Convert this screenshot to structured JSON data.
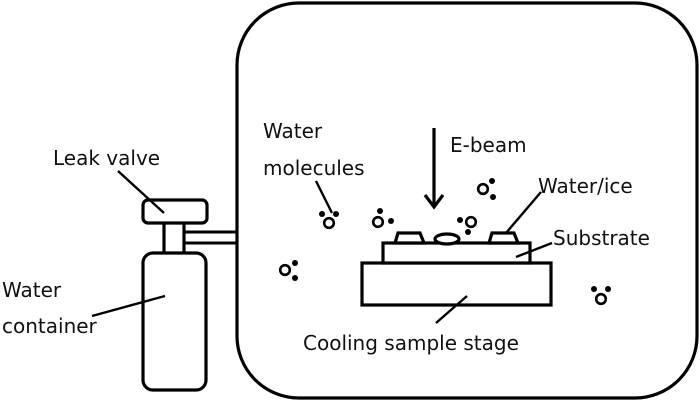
{
  "diagram": {
    "title": "Water leak valve setup for electron-beam irradiation of water/ice on a cooled substrate",
    "colors": {
      "line": "#000000",
      "text": "#111111",
      "background": "#ffffff"
    },
    "labels": {
      "leak_valve": "Leak valve",
      "water_container_line1": "Water",
      "water_container_line2": "container",
      "water_molecules_line1": "Water",
      "water_molecules_line2": "molecules",
      "e_beam": "E-beam",
      "water_ice": "Water/ice",
      "substrate": "Substrate",
      "cooling_sample_stage": "Cooling sample stage"
    },
    "components": [
      {
        "id": "vacuum-chamber",
        "label": ""
      },
      {
        "id": "water-container",
        "label": "Water container"
      },
      {
        "id": "leak-valve",
        "label": "Leak valve"
      },
      {
        "id": "inlet-pipe",
        "label": ""
      },
      {
        "id": "cooling-sample-stage",
        "label": "Cooling sample stage"
      },
      {
        "id": "substrate",
        "label": "Substrate"
      },
      {
        "id": "water-ice-deposits",
        "label": "Water/ice",
        "count": 3
      },
      {
        "id": "e-beam-arrow",
        "label": "E-beam",
        "direction": "down"
      },
      {
        "id": "water-molecules",
        "label": "Water molecules",
        "count": 6
      }
    ]
  }
}
